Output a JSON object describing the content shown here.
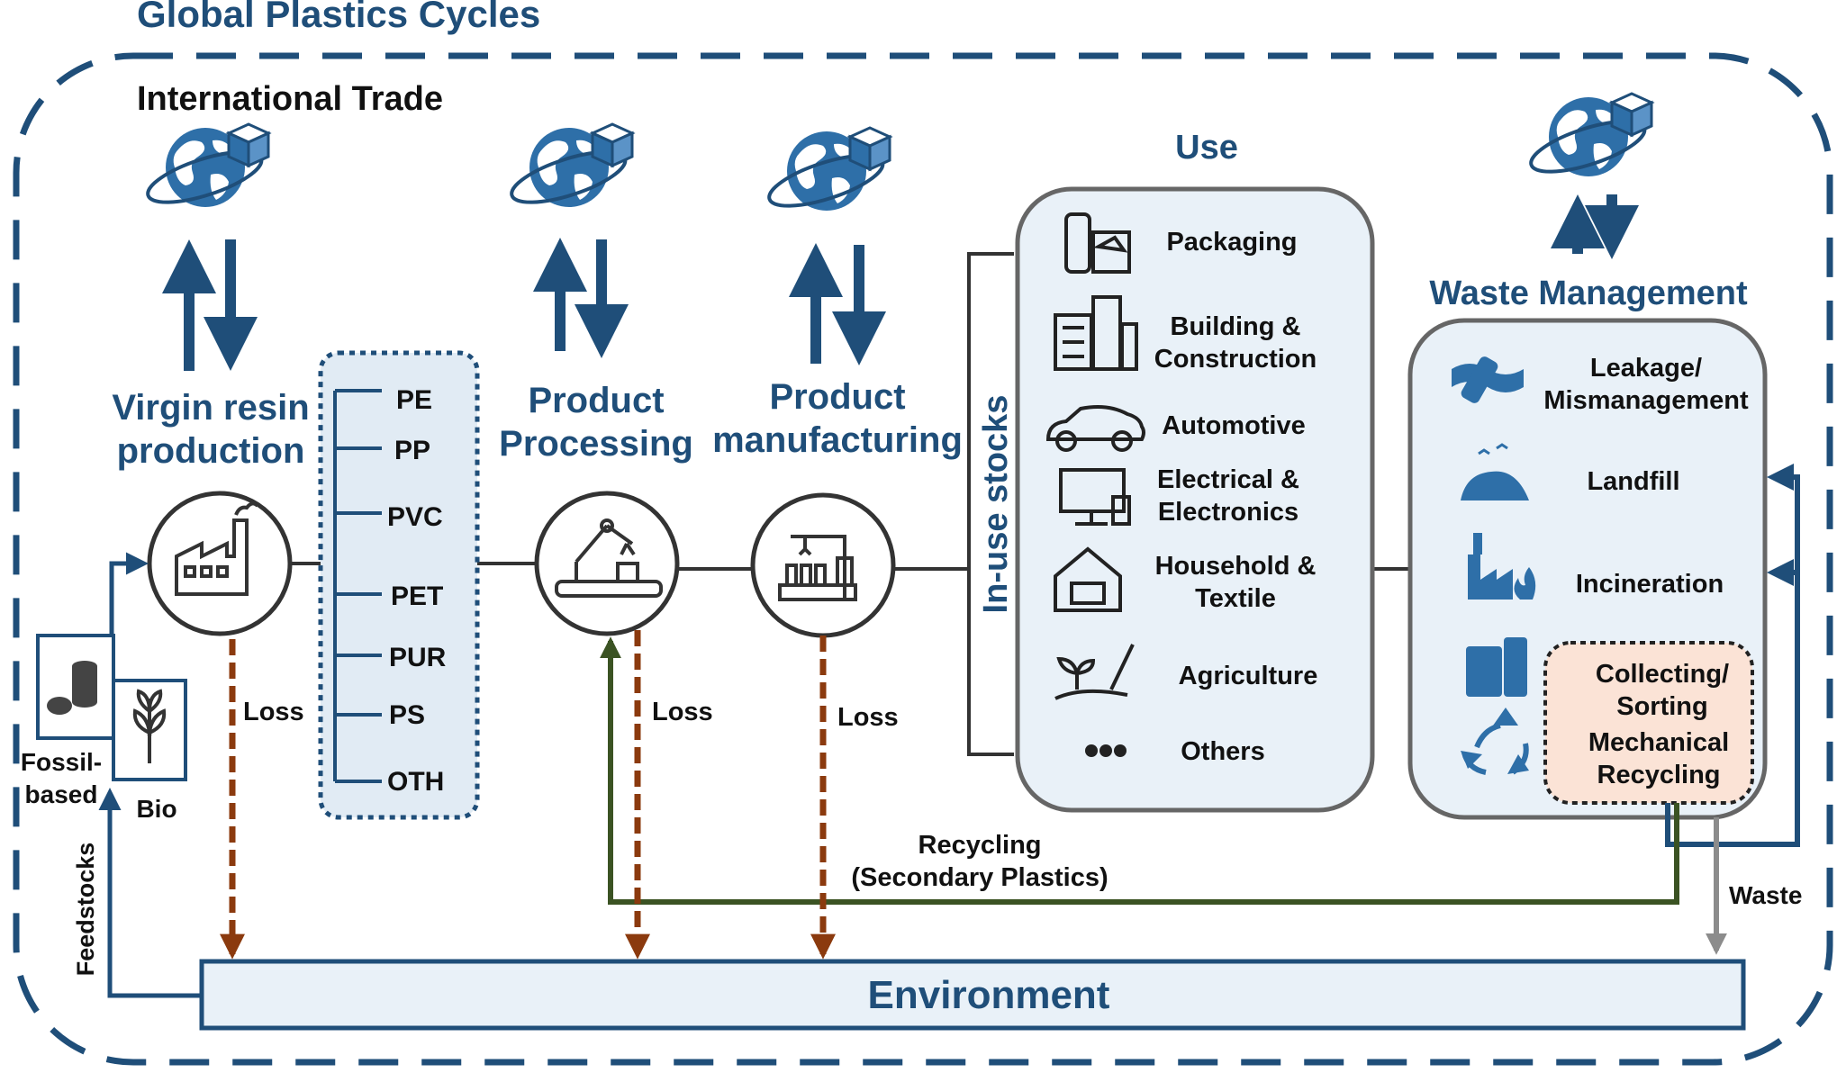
{
  "title": "Global Plastics Cycles",
  "international_trade": "International Trade",
  "stages": {
    "virgin": [
      "Virgin resin",
      "production"
    ],
    "processing": [
      "Product",
      "Processing"
    ],
    "manufacturing": [
      "Product",
      "manufacturing"
    ],
    "use": "Use",
    "waste_management": "Waste Management"
  },
  "polymers": [
    "PE",
    "PP",
    "PVC",
    "PET",
    "PUR",
    "PS",
    "OTH"
  ],
  "in_use_stocks": "In-use stocks",
  "use_sectors": [
    [
      "Packaging"
    ],
    [
      "Building &",
      "Construction"
    ],
    [
      "Automotive"
    ],
    [
      "Electrical &",
      "Electronics"
    ],
    [
      "Household &",
      "Textile"
    ],
    [
      "Agriculture"
    ],
    [
      "Others"
    ]
  ],
  "waste_routes": [
    [
      "Leakage/",
      "Mismanagement"
    ],
    [
      "Landfill"
    ],
    [
      "Incineration"
    ]
  ],
  "recycling_box": [
    "Collecting/",
    "Sorting",
    "Mechanical",
    "Recycling"
  ],
  "feedstocks": {
    "label": "Feedstocks",
    "fossil": [
      "Fossil-",
      "based"
    ],
    "bio": "Bio"
  },
  "loss_label": "Loss",
  "recycling_flow": [
    "Recycling",
    "(Secondary Plastics)"
  ],
  "waste_label": "Waste",
  "environment": "Environment",
  "colors": {
    "blue": "#1f4e79",
    "light_fill": "#e9f1f8",
    "loss_arrow": "#8b3a0e",
    "recycling_arrow": "#3b5323",
    "waste_arrow": "#8c8c8c",
    "recycling_box_fill": "#fbe3d6"
  }
}
